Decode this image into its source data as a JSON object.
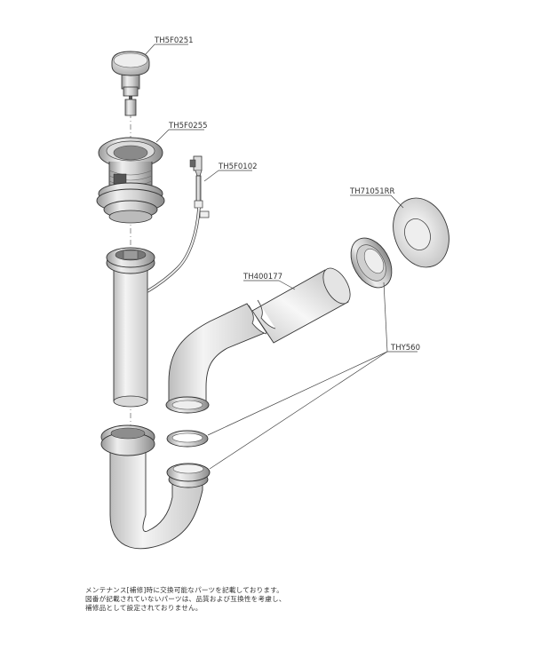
{
  "parts": {
    "pop_up_cap": "TH5F0251",
    "drain_body": "TH5F0255",
    "lever": "TH5F0102",
    "wall_flange": "TH71051RR",
    "pipe": "TH400177",
    "packing": "THY560"
  },
  "note": {
    "line1": "メンテナンス[補修]時に交換可能なパーツを記載しております。",
    "line2": "図番が記載されていないパーツは、品質および互換性を考慮し、",
    "line3": "補修品として設定されておりません。"
  }
}
